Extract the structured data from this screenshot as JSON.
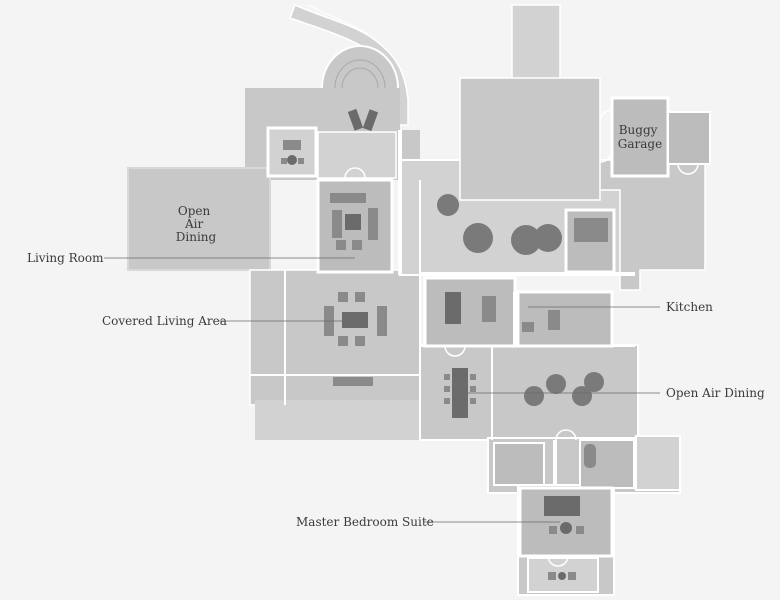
{
  "plan": {
    "rooms": [
      {
        "id": "buggy-garage",
        "text": "Buggy\nGarage",
        "lines": [
          "Buggy",
          "Garage"
        ]
      },
      {
        "id": "open-air-dining-west",
        "text": "Open\nAir\nDining",
        "lines": [
          "Open",
          "Air",
          "Dining"
        ]
      }
    ],
    "callouts": [
      {
        "id": "living-room",
        "text": "Living Room"
      },
      {
        "id": "covered-living-area",
        "text": "Covered Living Area"
      },
      {
        "id": "kitchen",
        "text": "Kitchen"
      },
      {
        "id": "open-air-dining",
        "text": "Open Air Dining"
      },
      {
        "id": "master-bedroom-suite",
        "text": "Master Bedroom Suite"
      }
    ]
  },
  "colors": {
    "background": "#f4f4f4",
    "floor": "#c8c8c8",
    "wall": "#ffffff",
    "furniture": "#8a8a8a",
    "label": "#3a3a3a"
  }
}
